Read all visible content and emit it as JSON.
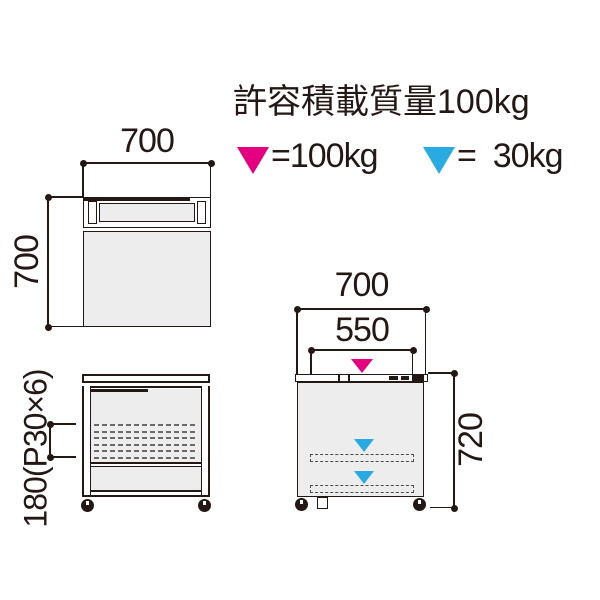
{
  "title": "許容積載質量100kg",
  "legend": {
    "items": [
      {
        "icon": "down-triangle",
        "color": "#e4007f",
        "label": "=100kg"
      },
      {
        "icon": "down-triangle",
        "color": "#29abe2",
        "label": "=  30kg"
      }
    ]
  },
  "views": {
    "top": {
      "width": "700",
      "depth": "700"
    },
    "front": {
      "pitch": "180(P30×6)"
    },
    "side": {
      "outer_width": "700",
      "inner_width": "550",
      "height": "720"
    }
  },
  "load_markers": {
    "top_surface": {
      "capacity": "100kg",
      "color": "#e4007f"
    },
    "shelves": {
      "capacity": "30kg",
      "color": "#29abe2",
      "count": 2
    }
  },
  "colors": {
    "accent_pink": "#e4007f",
    "accent_blue": "#29abe2",
    "line": "#231815",
    "panel_fill": "#ededee",
    "background": "#ffffff"
  }
}
